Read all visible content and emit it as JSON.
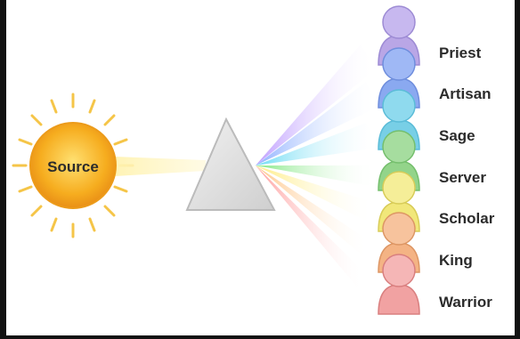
{
  "source": {
    "label": "Source",
    "color": "#f4a51c"
  },
  "prism": {
    "color": "#d9d9d9"
  },
  "roles": [
    {
      "label": "Priest",
      "color": "#b9a6e6"
    },
    {
      "label": "Artisan",
      "color": "#8aa9f0"
    },
    {
      "label": "Sage",
      "color": "#78cfe6"
    },
    {
      "label": "Server",
      "color": "#93d48a"
    },
    {
      "label": "Scholar",
      "color": "#f1e77a"
    },
    {
      "label": "King",
      "color": "#f4b384"
    },
    {
      "label": "Warrior",
      "color": "#f1a2a2"
    }
  ]
}
